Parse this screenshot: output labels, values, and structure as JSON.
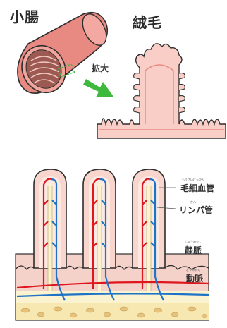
{
  "titles": {
    "small_intestine": "小腸",
    "villi": "絨毛",
    "magnify": "拡大"
  },
  "labels": {
    "capillary": {
      "text": "毛細血管",
      "ruby": "もうさいけっかん"
    },
    "lymph": {
      "text": "リンパ管",
      "ruby": "かん"
    },
    "vein": {
      "text": "静脈",
      "ruby": "じょうみゃく"
    },
    "artery": {
      "text": "動脈",
      "ruby": "どうみゃく"
    }
  },
  "colors": {
    "tissue_pink": "#f5c4bc",
    "tissue_light": "#fce3dd",
    "intestine_outer": "#e87f78",
    "intestine_inner": "#a85e55",
    "arrow_green": "#3dba3d",
    "artery_red": "#e0161e",
    "vein_blue": "#1e73c6",
    "lymph_cream": "#fbf3cf",
    "base_yellow": "#f7e39a",
    "fat_dots": "#d8b86a"
  }
}
